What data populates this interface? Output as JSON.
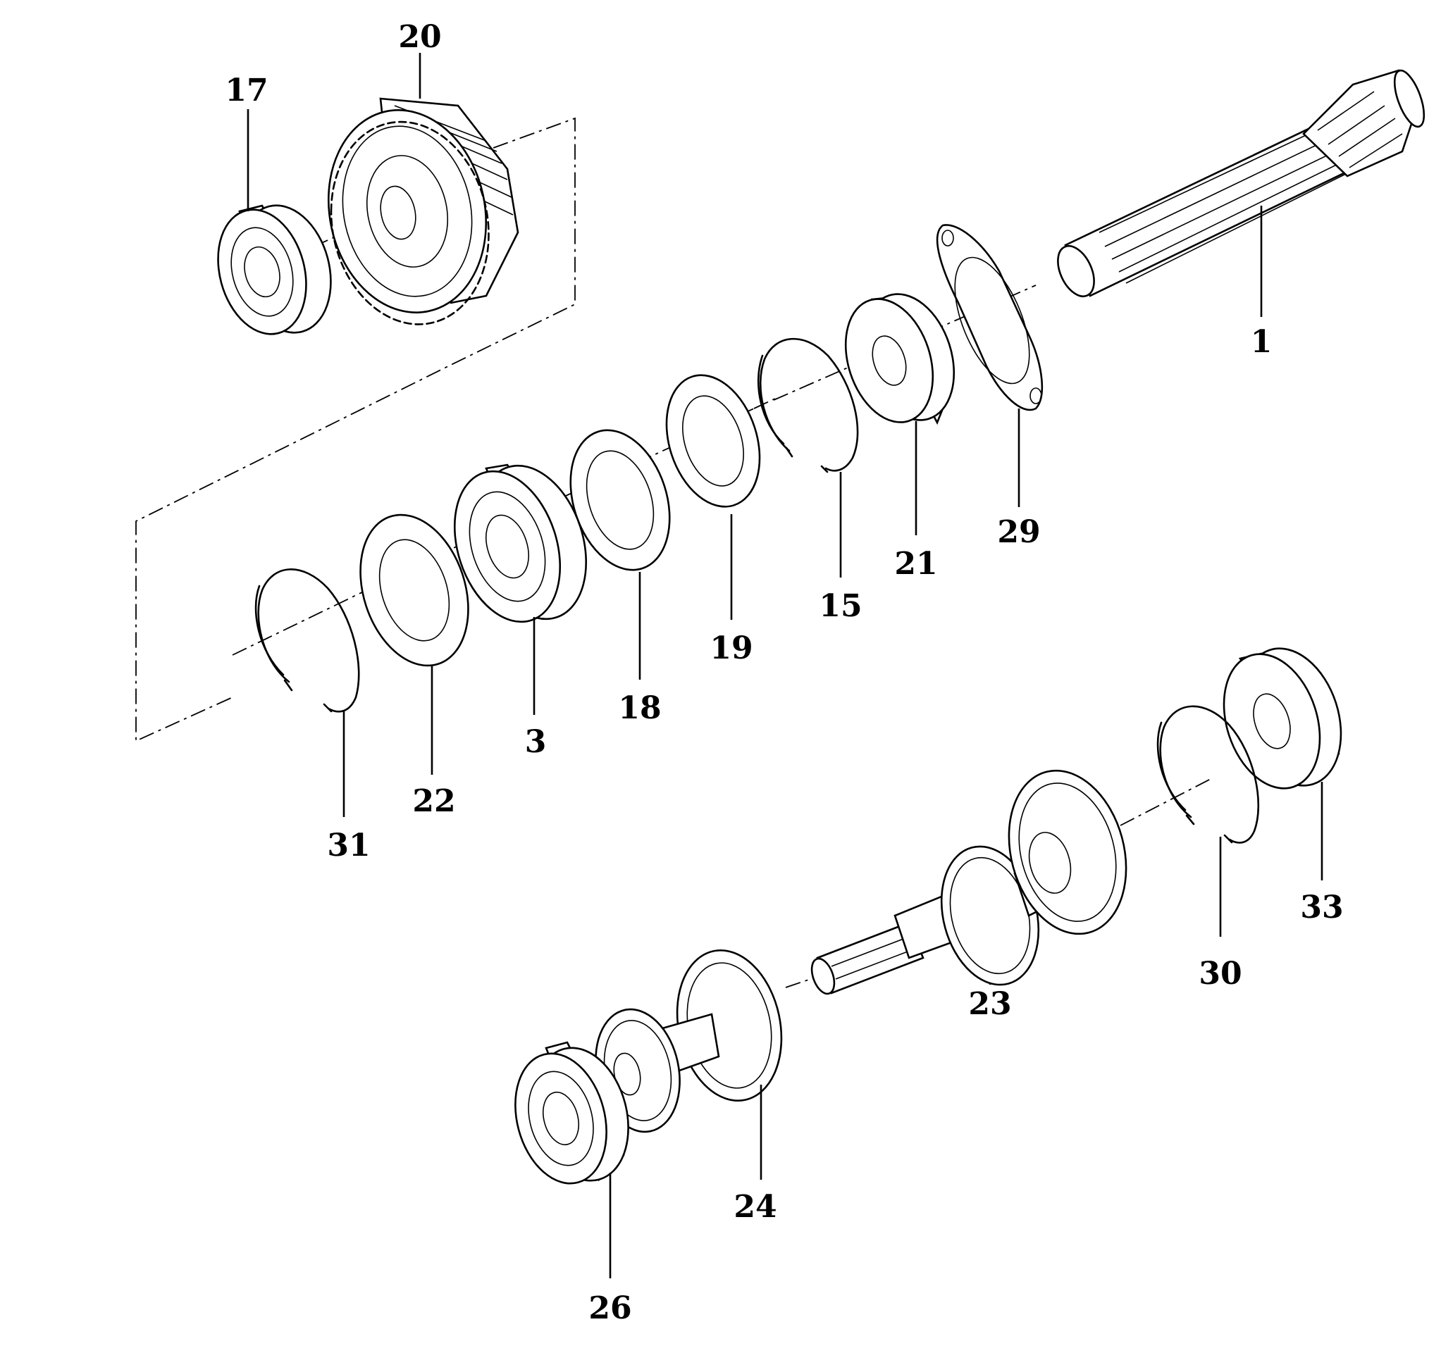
{
  "title": "Transmission shaft exploded parts diagram",
  "labels": {
    "p1": "1",
    "p3": "3",
    "p15": "15",
    "p17": "17",
    "p18": "18",
    "p19": "19",
    "p20": "20",
    "p21": "21",
    "p22": "22",
    "p23": "23",
    "p24": "24",
    "p26": "26",
    "p29": "29",
    "p30": "30",
    "p31": "31",
    "p33": "33"
  },
  "colors": {
    "line": "#000000",
    "background": "#ffffff"
  }
}
